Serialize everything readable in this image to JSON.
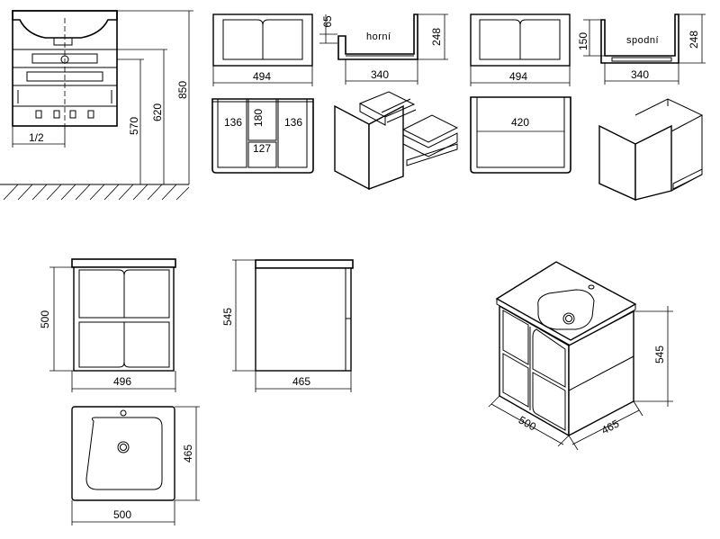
{
  "labels": {
    "top": "horní",
    "bottom": "spodní"
  },
  "dims": {
    "d850": "850",
    "d620": "620",
    "d570": "570",
    "half": "1/2",
    "d494a": "494",
    "d65": "65",
    "d248a": "248",
    "d340a": "340",
    "d136a": "136",
    "d180": "180",
    "d136b": "136",
    "d127": "127",
    "d494b": "494",
    "d150": "150",
    "d248b": "248",
    "d340b": "340",
    "d420": "420",
    "d500a": "500",
    "d496": "496",
    "d545a": "545",
    "d465a": "465",
    "d465b": "465",
    "d500b": "500",
    "d545b": "545",
    "d500c": "500",
    "d465c": "465"
  }
}
